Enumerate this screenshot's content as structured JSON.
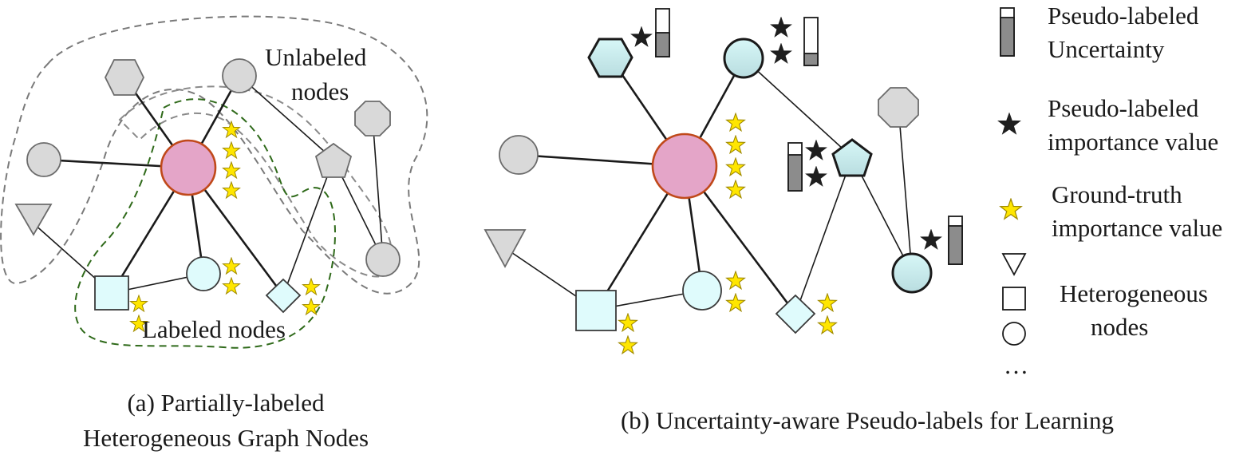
{
  "panel_a": {
    "region_unlabeled": "Unlabeled",
    "region_unlabeled_2": "nodes",
    "region_labeled": "Labeled nodes",
    "caption_line1": "(a) Partially-labeled",
    "caption_line2": "Heterogeneous Graph Nodes"
  },
  "panel_b": {
    "caption": "(b)  Uncertainty-aware Pseudo-labels for Learning"
  },
  "legend": {
    "uncertainty_line1": "Pseudo-labeled",
    "uncertainty_line2": "Uncertainty",
    "pseudo_importance_line1": "Pseudo-labeled",
    "pseudo_importance_line2": "importance value",
    "truth_importance_line1": "Ground-truth",
    "truth_importance_line2": "importance value",
    "hetero_line1": "Heterogeneous",
    "hetero_line2": "nodes",
    "ellipsis": "…"
  },
  "colors": {
    "center_node": "#e4a5c8",
    "labeled_node": "#dffbfc",
    "unlabeled_node": "#d9d9d9",
    "ground_truth_star": "#ffe600",
    "pseudo_star": "#1e1e1e",
    "uncertainty_bar": "#8c8c8c"
  },
  "uncertainty_bars": [
    {
      "node": "hexagon",
      "level": 0.5
    },
    {
      "node": "top-circle",
      "level": 0.25
    },
    {
      "node": "pentagon",
      "level": 0.75
    },
    {
      "node": "right-circle",
      "level": 0.8
    },
    {
      "node": "legend",
      "level": 0.8
    }
  ]
}
